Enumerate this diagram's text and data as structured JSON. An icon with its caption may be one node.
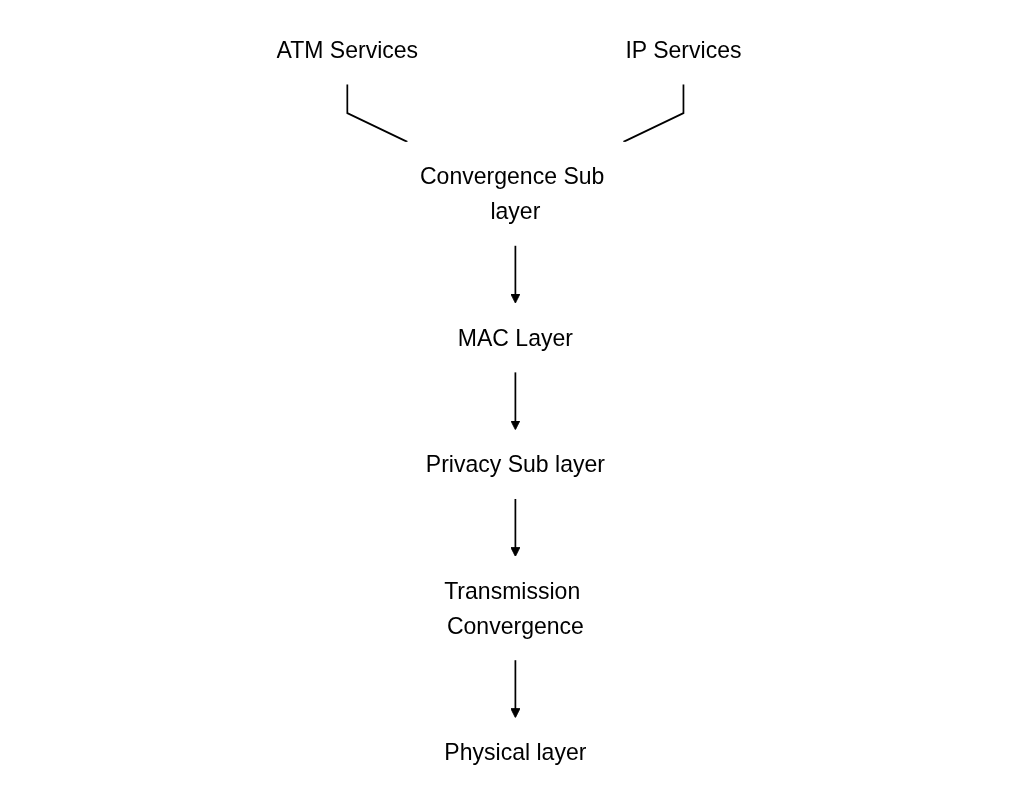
{
  "diagram": {
    "nodes": [
      {
        "text": [
          "ATM Services"
        ]
      },
      {
        "text": [
          "IP Services"
        ]
      },
      {
        "text": [
          "Convergence Sub layer"
        ]
      },
      {
        "text": [
          "MAC Layer"
        ]
      },
      {
        "text": [
          "Privacy Sub layer"
        ]
      },
      {
        "text": [
          "Transmission Convergence"
        ]
      },
      {
        "text": [
          "Physical layer"
        ]
      }
    ],
    "edges": [
      {
        "from": 0,
        "to": 2,
        "arrow": "none"
      },
      {
        "from": 1,
        "to": 2,
        "arrow": "none"
      },
      {
        "from": 2,
        "to": 3,
        "arrow": "to"
      },
      {
        "from": 3,
        "to": 4,
        "arrow": "to"
      },
      {
        "from": 4,
        "to": 5,
        "arrow": "to"
      },
      {
        "from": 5,
        "to": 6,
        "arrow": "to"
      }
    ]
  }
}
